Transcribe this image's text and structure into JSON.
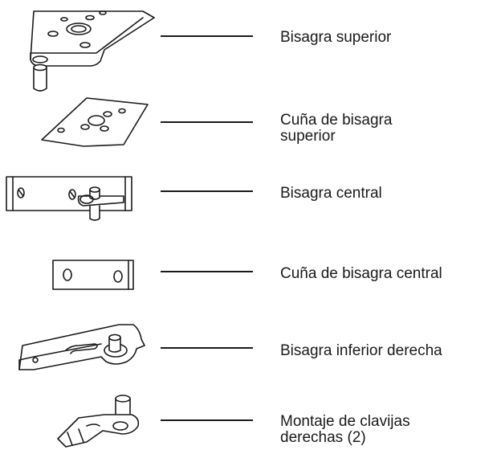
{
  "parts": [
    {
      "label": "Bisagra superior",
      "icon": "top-hinge"
    },
    {
      "label": "Cuña de bisagra\nsuperior",
      "icon": "top-hinge-shim"
    },
    {
      "label": "Bisagra central",
      "icon": "center-hinge"
    },
    {
      "label": "Cuña de bisagra central",
      "icon": "center-hinge-shim"
    },
    {
      "label": "Bisagra inferior derecha",
      "icon": "bottom-right-hinge"
    },
    {
      "label": "Montaje de clavijas\nderechas (2)",
      "icon": "right-pin-assembly"
    }
  ]
}
